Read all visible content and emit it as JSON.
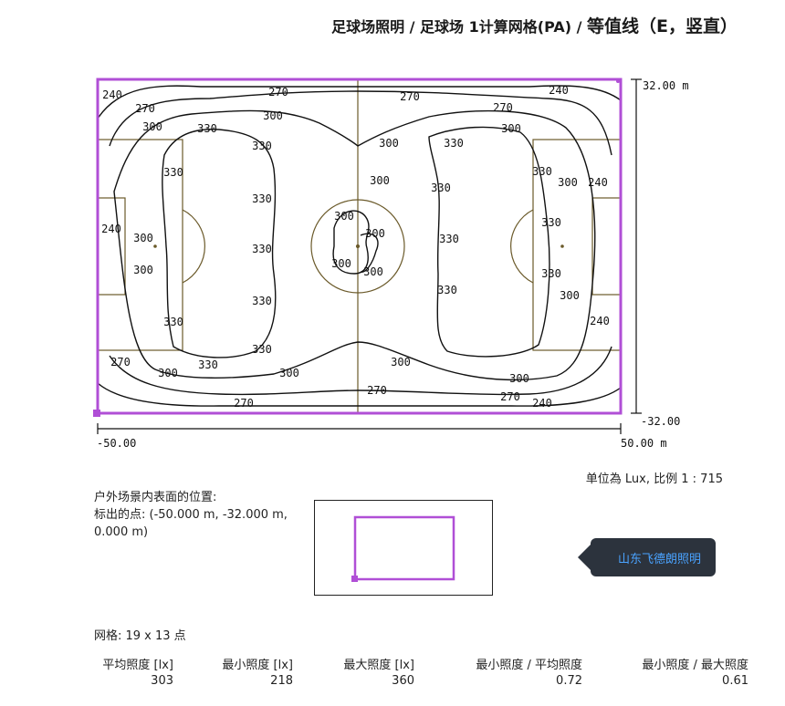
{
  "header": {
    "title_main": "足球场照明 / 足球场 1计算网格(PA) / ",
    "title_tail": "等值线（E，竖直）"
  },
  "plot": {
    "y_top_label": "32.00 m",
    "y_bottom_label": "-32.00",
    "x_left_label": "-50.00",
    "x_right_label": "50.00 m",
    "contour_labels": [
      "240",
      "270",
      "300",
      "330",
      "300",
      "330",
      "330",
      "330",
      "330",
      "330",
      "300",
      "270",
      "240",
      "270",
      "270",
      "300",
      "300",
      "330",
      "330",
      "330",
      "330",
      "330",
      "300",
      "270",
      "240",
      "300",
      "300",
      "300",
      "300",
      "240",
      "270",
      "300",
      "330",
      "330",
      "330",
      "330",
      "330",
      "300",
      "270",
      "240",
      "300",
      "300",
      "300",
      "300",
      "300",
      "270",
      "240"
    ]
  },
  "footer": {
    "unit_scale": "单位為 Lux, 比例 1 : 715",
    "position_label": "户外场景内表面的位置:",
    "marked_point_line1": "标出的点: (-50.000 m, -32.000 m,",
    "marked_point_line2": "0.000 m)",
    "brand_badge": "山东飞德朗照明",
    "grid_info": "网格: 19 x 13 点"
  },
  "stats": [
    {
      "label": "平均照度 [lx]",
      "value": "303"
    },
    {
      "label": "最小照度 [lx]",
      "value": "218"
    },
    {
      "label": "最大照度 [lx]",
      "value": "360"
    },
    {
      "label": "最小照度 / 平均照度",
      "value": "0.72"
    },
    {
      "label": "最小照度 / 最大照度",
      "value": "0.61"
    }
  ],
  "colors": {
    "frame": "#b04fd6",
    "pitch_lines": "#6b5a2a",
    "contour": "#111111"
  }
}
